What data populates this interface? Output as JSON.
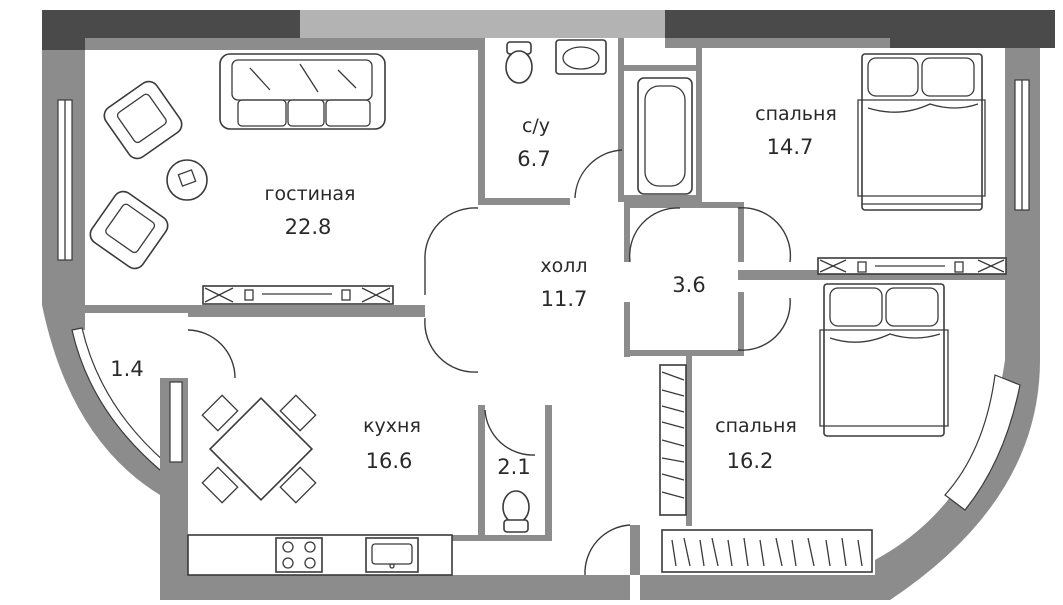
{
  "rooms": {
    "living": {
      "label": "гостиная",
      "area": "22.8"
    },
    "bathroom": {
      "label": "с/у",
      "area": "6.7"
    },
    "bedroom1": {
      "label": "спальня",
      "area": "14.7"
    },
    "hall": {
      "label": "холл",
      "area": "11.7"
    },
    "storage": {
      "area": "3.6"
    },
    "balcony": {
      "area": "1.4"
    },
    "kitchen": {
      "label": "кухня",
      "area": "16.6"
    },
    "toilet": {
      "area": "2.1"
    },
    "bedroom2": {
      "label": "спальня",
      "area": "16.2"
    }
  },
  "icons": [
    "sofa-icon",
    "armchair-icon",
    "coffee-table-icon",
    "tv-unit-icon",
    "toilet-icon",
    "sink-icon",
    "bathtub-icon",
    "double-bed-icon",
    "dining-table-icon",
    "cooktop-icon",
    "wardrobe-icon",
    "door-swing-icon",
    "window-icon"
  ],
  "colors": {
    "wall": "#8c8c8c",
    "wall_dark": "#4a4a4a",
    "line": "#3a3a3a"
  }
}
